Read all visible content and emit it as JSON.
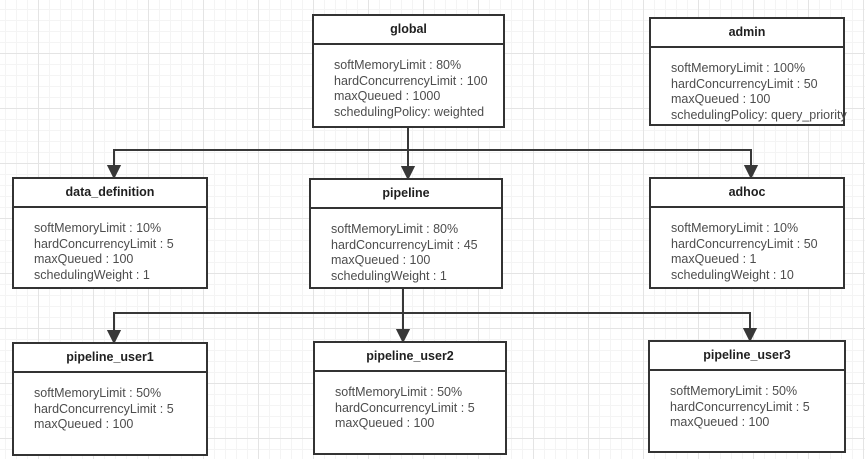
{
  "diagram": {
    "nodes": [
      {
        "id": "global",
        "title": "global",
        "lines": [
          "softMemoryLimit : 80%",
          "hardConcurrencyLimit : 100",
          "maxQueued : 1000",
          "schedulingPolicy: weighted"
        ]
      },
      {
        "id": "admin",
        "title": "admin",
        "lines": [
          "softMemoryLimit : 100%",
          "hardConcurrencyLimit : 50",
          "maxQueued : 100",
          "schedulingPolicy: query_priority"
        ]
      },
      {
        "id": "data_definition",
        "title": "data_definition",
        "lines": [
          "softMemoryLimit : 10%",
          "hardConcurrencyLimit : 5",
          "maxQueued : 100",
          "schedulingWeight : 1"
        ]
      },
      {
        "id": "pipeline",
        "title": "pipeline",
        "lines": [
          "softMemoryLimit : 80%",
          "hardConcurrencyLimit : 45",
          "maxQueued : 100",
          "schedulingWeight : 1"
        ]
      },
      {
        "id": "adhoc",
        "title": "adhoc",
        "lines": [
          "softMemoryLimit : 10%",
          "hardConcurrencyLimit : 50",
          "maxQueued : 1",
          "schedulingWeight : 10"
        ]
      },
      {
        "id": "pipeline_user1",
        "title": "pipeline_user1",
        "lines": [
          "softMemoryLimit : 50%",
          "hardConcurrencyLimit : 5",
          "maxQueued : 100"
        ]
      },
      {
        "id": "pipeline_user2",
        "title": "pipeline_user2",
        "lines": [
          "softMemoryLimit : 50%",
          "hardConcurrencyLimit : 5",
          "maxQueued : 100"
        ]
      },
      {
        "id": "pipeline_user3",
        "title": "pipeline_user3",
        "lines": [
          "softMemoryLimit : 50%",
          "hardConcurrencyLimit : 5",
          "maxQueued : 100"
        ]
      }
    ],
    "edges": [
      {
        "from": "global",
        "to": "data_definition"
      },
      {
        "from": "global",
        "to": "pipeline"
      },
      {
        "from": "global",
        "to": "adhoc"
      },
      {
        "from": "pipeline",
        "to": "pipeline_user1"
      },
      {
        "from": "pipeline",
        "to": "pipeline_user2"
      },
      {
        "from": "pipeline",
        "to": "pipeline_user3"
      }
    ],
    "colors": {
      "node_border": "#333333",
      "title_text": "#1f1f1f",
      "body_text": "#4d4d4d",
      "connector": "#383838",
      "background": "#ffffff",
      "grid_minor": "#f4f4f4",
      "grid_major": "#e4e4e4"
    }
  }
}
